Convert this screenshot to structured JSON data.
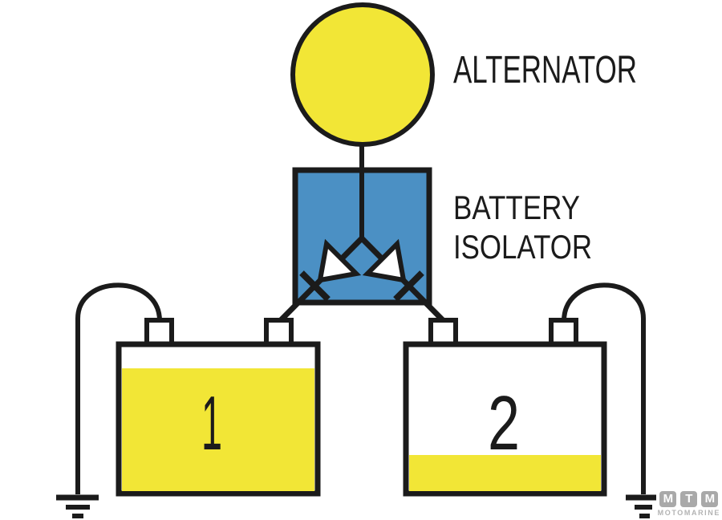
{
  "labels": {
    "alternator": "ALTERNATOR",
    "isolator_line1": "BATTERY",
    "isolator_line2": "ISOLATOR",
    "battery1": "1",
    "battery2": "2"
  },
  "watermark": {
    "letters": [
      "M",
      "T",
      "M"
    ],
    "name": "MOTOMARINE"
  },
  "colors": {
    "yellow": "#f2e636",
    "blue": "#4b90c4",
    "line": "#1b1b1b",
    "battery_body": "#ffffff",
    "watermark_box": "#a9a9a9",
    "watermark_text": "#b3b3b3"
  }
}
